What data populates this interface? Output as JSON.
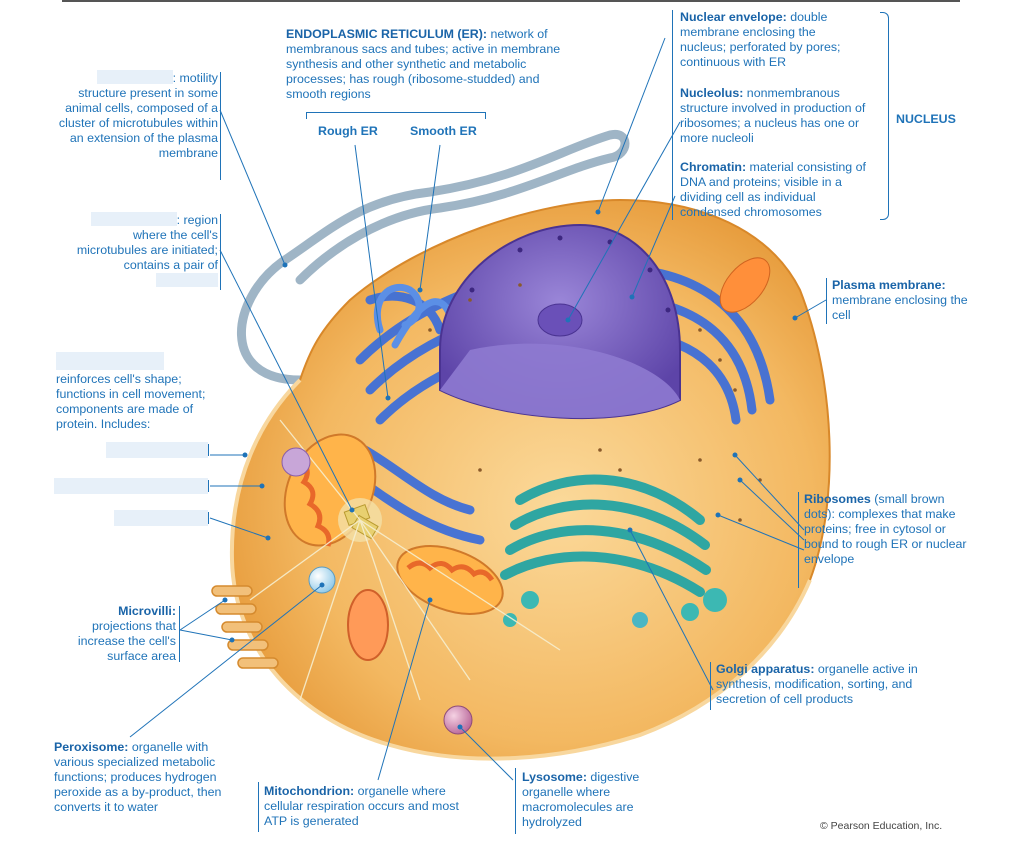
{
  "labels": {
    "cilium_desc": ": motility structure present in some animal cells, composed of a cluster of microtubules within an extension of the plasma membrane",
    "centrosome_desc": ": region where the cell's microtubules are initiated; contains a pair of",
    "cytoskeleton_desc": "reinforces cell's shape; functions in cell movement; components are made of protein. Includes:",
    "microvilli_title": "Microvilli:",
    "microvilli_desc": "projections that increase the cell's surface area",
    "peroxisome_title": "Peroxisome:",
    "peroxisome_desc": "organelle with various specialized metabolic functions; produces hydrogen peroxide as a by-product, then converts it to water",
    "er_title": "ENDOPLASMIC RETICULUM (ER):",
    "er_desc": "network of membranous sacs and tubes; active in membrane synthesis and other synthetic and metabolic processes; has rough (ribosome-studded) and smooth regions",
    "rough_er": "Rough ER",
    "smooth_er": "Smooth ER",
    "nuclear_envelope_title": "Nuclear envelope:",
    "nuclear_envelope_desc": "double membrane enclosing the nucleus; perforated by pores; continuous with ER",
    "nucleolus_title": "Nucleolus:",
    "nucleolus_desc": "nonmembranous structure involved in production of ribosomes; a nucleus has one or more nucleoli",
    "chromatin_title": "Chromatin:",
    "chromatin_desc": "material consisting of DNA and proteins; visible in a dividing cell as individual condensed chromosomes",
    "nucleus": "NUCLEUS",
    "plasma_membrane_title": "Plasma membrane:",
    "plasma_membrane_desc": "membrane enclosing the cell",
    "ribosomes_title": "Ribosomes",
    "ribosomes_desc": "(small brown dots): complexes that make proteins; free in cytosol or bound to rough ER or nuclear envelope",
    "golgi_title": "Golgi apparatus:",
    "golgi_desc": "organelle active in synthesis, modification, sorting, and secretion of cell products",
    "mitochondrion_title": "Mitochondrion:",
    "mitochondrion_desc": "organelle where cellular respiration occurs and most ATP is generated",
    "lysosome_title": "Lysosome:",
    "lysosome_desc": "digestive organelle where macromolecules are hydrolyzed",
    "credit": "© Pearson Education, Inc."
  },
  "colors": {
    "label_text": "#1f73b8",
    "cytoplasm": "#f1b255",
    "nucleus": "#7b5fc2",
    "rough_er": "#3f6fd8",
    "golgi": "#2fa6a2",
    "mitochondrion": "#e8682a",
    "blank_box": "#e7f0f9"
  }
}
